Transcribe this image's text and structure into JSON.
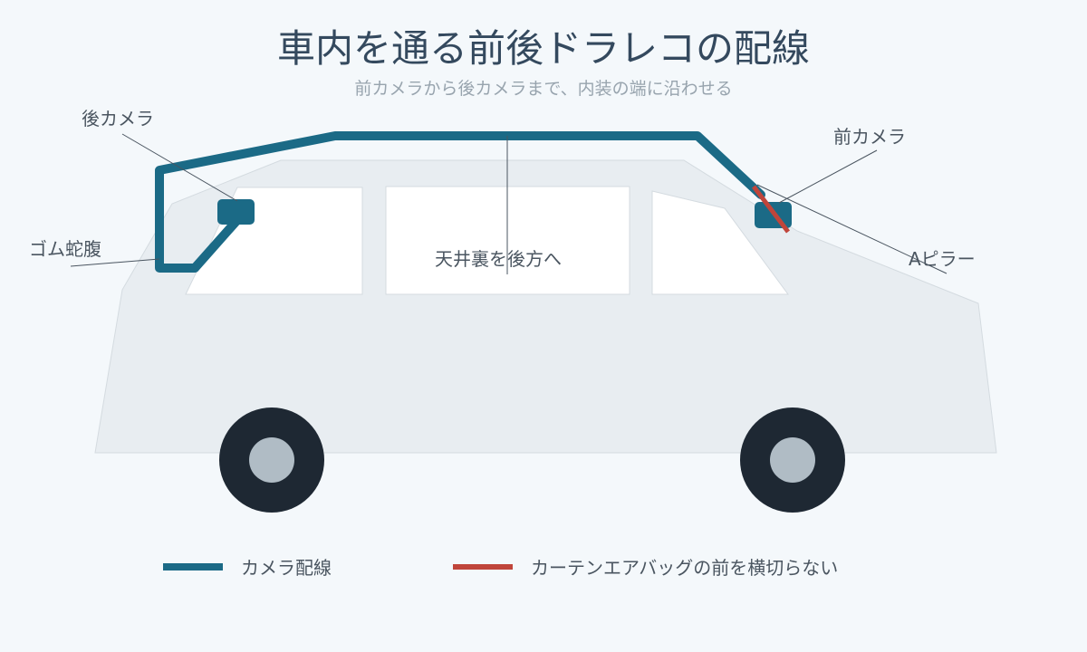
{
  "title": "車内を通る前後ドラレコの配線",
  "subtitle": "前カメラから後カメラまで、内装の端に沿わせる",
  "labels": {
    "rear_camera": "後カメラ",
    "front_camera": "前カメラ",
    "rubber_bellows": "ゴム蛇腹",
    "ceiling": "天井裏を後方へ",
    "a_pillar": "Aピラー"
  },
  "legend": [
    {
      "label": "カメラ配線",
      "color": "#1b6a86"
    },
    {
      "label": "カーテンエアバッグの前を横切らない",
      "color": "#c0453b"
    }
  ],
  "colors": {
    "background": "#f4f8fb",
    "car_body": "#e8edf1",
    "window": "#ffffff",
    "wire": "#1b6a86",
    "warning": "#c0453b",
    "tire": "#1e2833",
    "hub": "#b0bcc5"
  }
}
